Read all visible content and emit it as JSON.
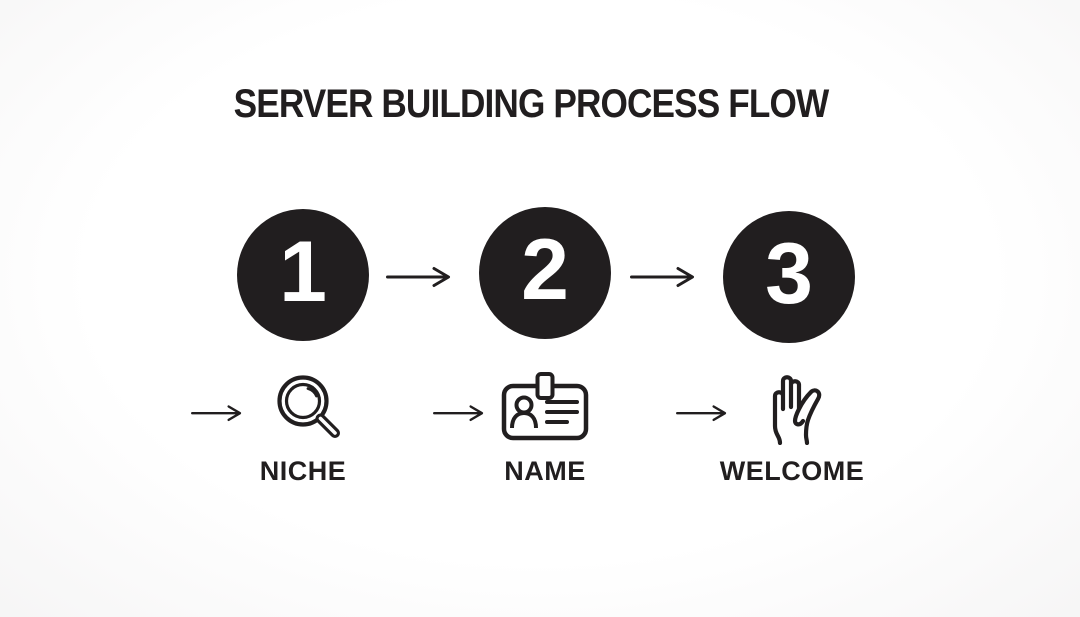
{
  "title": "SERVER BUILDING PROCESS FLOW",
  "colors": {
    "ink": "#211e1f",
    "background": "#fdfdfd",
    "step_number_text": "#ffffff"
  },
  "steps": [
    {
      "number": "1",
      "label": "NICHE",
      "icon": "magnifier-search-icon"
    },
    {
      "number": "2",
      "label": "NAME",
      "icon": "id-badge-icon"
    },
    {
      "number": "3",
      "label": "WELCOME",
      "icon": "waving-hand-icon"
    }
  ],
  "connectors": {
    "arrow_icon": "right-arrow-icon",
    "count": 5
  }
}
